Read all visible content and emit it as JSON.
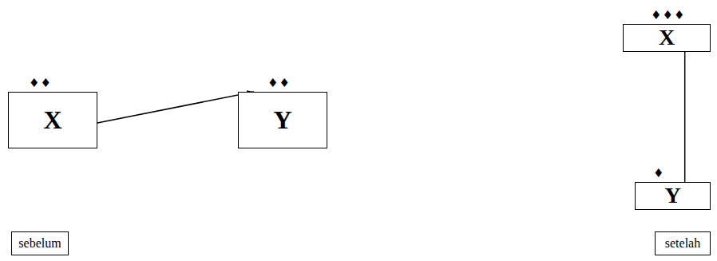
{
  "diagram": {
    "nodes": [
      {
        "text": [
          "♦♦",
          "X"
        ]
      },
      {
        "text": [
          "♦♦",
          "Y"
        ]
      },
      {
        "text": [
          "♦♦♦",
          "X"
        ]
      },
      {
        "text": [
          "♦",
          "Y"
        ]
      },
      {
        "text": [
          "sebelum"
        ]
      },
      {
        "text": [
          "setelah"
        ]
      }
    ],
    "edges": [
      {
        "from": 0,
        "to": 1,
        "arrow": "to"
      },
      {
        "from": 2,
        "to": 3,
        "arrow": "none"
      }
    ]
  }
}
